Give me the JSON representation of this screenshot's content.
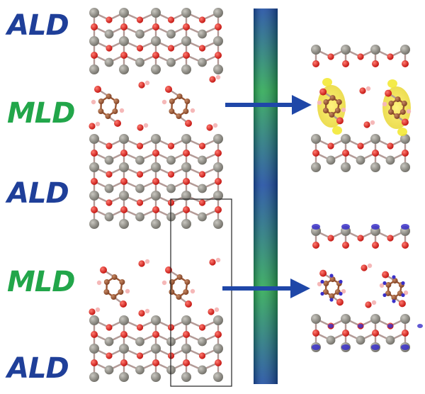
{
  "layer_labels": [
    {
      "text": "ALD",
      "color": "#1f3f99"
    },
    {
      "text": "MLD",
      "color": "#22a64a"
    },
    {
      "text": "ALD",
      "color": "#1f3f99"
    },
    {
      "text": "MLD",
      "color": "#22a64a"
    },
    {
      "text": "ALD",
      "color": "#1f3f99"
    }
  ],
  "colors": {
    "zinc_atom": "#8c8a82",
    "oxygen_atom": "#e0201c",
    "hydrogen_atom": "#f5b8b8",
    "carbon_atom": "#9a5532",
    "bond": "#b89490",
    "arrow": "#1f47a8",
    "charge_density_yellow": "#f2e82a",
    "charge_density_blue": "#3a30c8",
    "bar_gradient": [
      "#1a4aa0",
      "#2aa852",
      "#1a4aa0",
      "#2aa852",
      "#1a4aa0"
    ]
  },
  "icons": [
    "arrow-right-icon",
    "arrow-right-icon"
  ]
}
